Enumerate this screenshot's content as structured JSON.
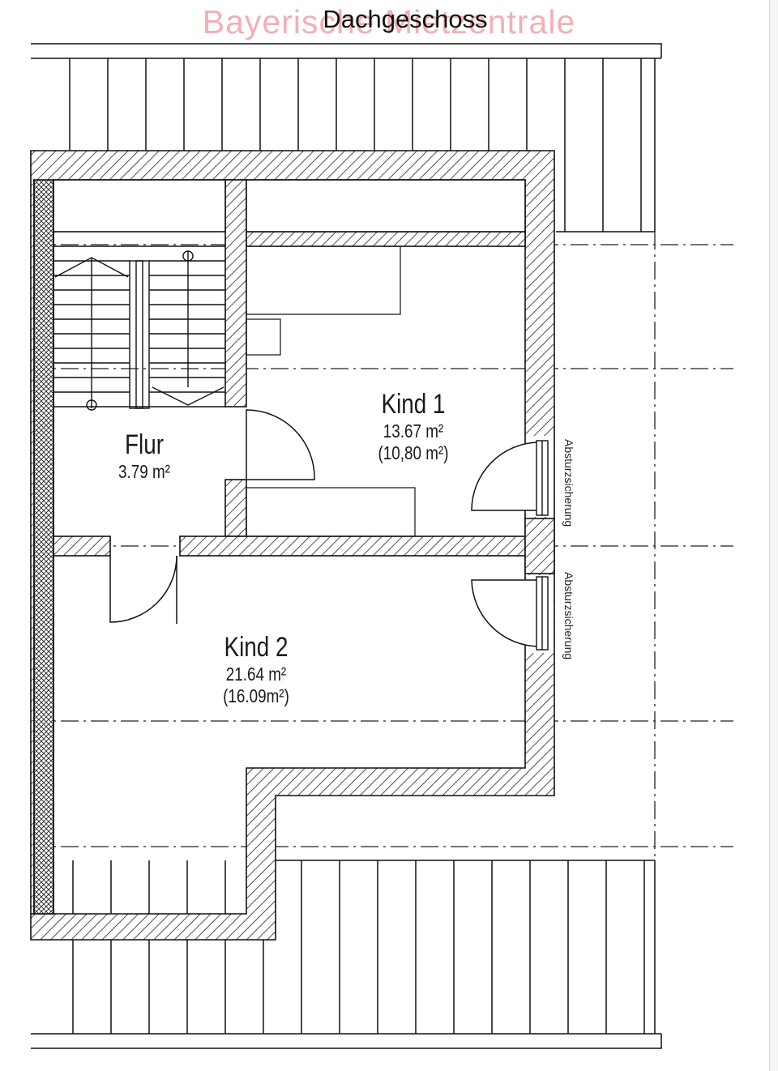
{
  "watermark": "Bayerische Mietzentrale",
  "title": "Dachgeschoss",
  "rooms": [
    {
      "name": "Flur",
      "area": "3.79 m²",
      "area_alt": ""
    },
    {
      "name": "Kind 1",
      "area": "13.67 m²",
      "area_alt": "(10,80 m²)"
    },
    {
      "name": "Kind 2",
      "area": "21.64 m²",
      "area_alt": "(16.09m²)"
    }
  ],
  "window_labels": [
    "Absturzsicherung",
    "Absturzsicherung"
  ],
  "colors": {
    "line": "#111111",
    "hatch": "#222222",
    "watermark": "#f0a3a6",
    "background": "#ffffff"
  }
}
